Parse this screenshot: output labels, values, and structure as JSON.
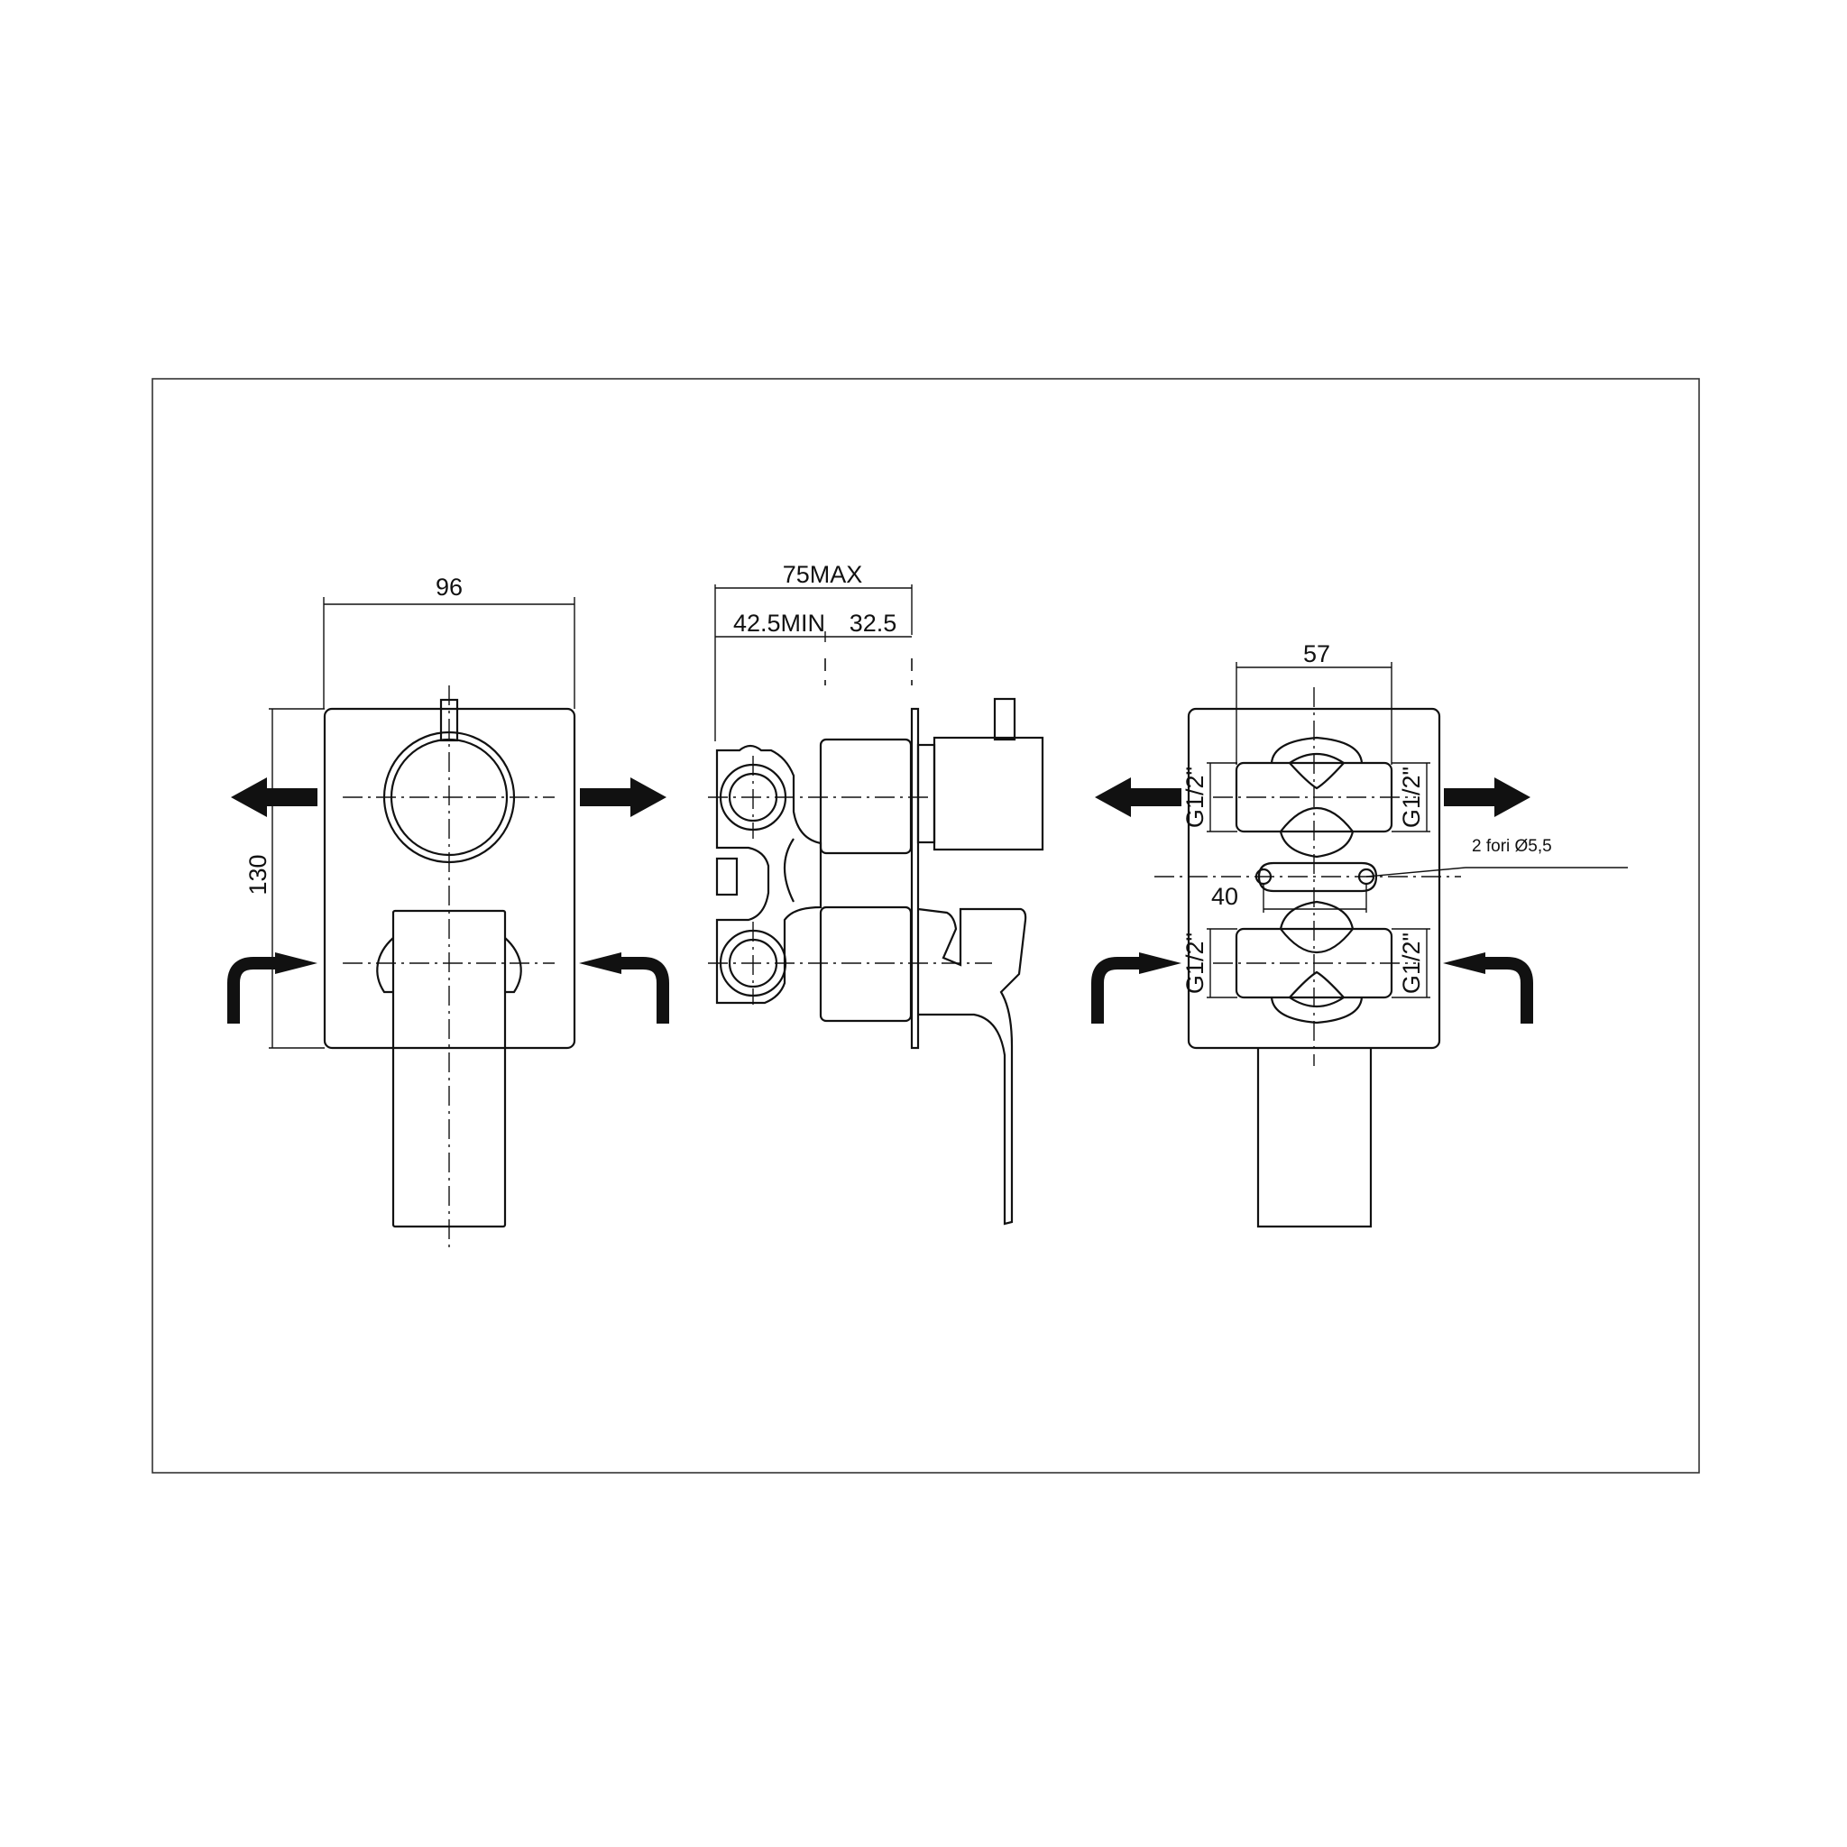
{
  "front_view": {
    "width_dim": "96",
    "height_dim": "130"
  },
  "side_view": {
    "depth_max_dim": "75MAX",
    "depth_min_dim": "42.5MIN",
    "trim_depth_dim": "32.5"
  },
  "rear_view": {
    "inlet_spacing_dim": "57",
    "hole_spacing_dim": "40",
    "mount_holes_note": "2 fori Ø5,5",
    "thread_upper_left": "G1/2\"",
    "thread_upper_right": "G1/2\"",
    "thread_lower_left": "G1/2\"",
    "thread_lower_right": "G1/2\""
  }
}
